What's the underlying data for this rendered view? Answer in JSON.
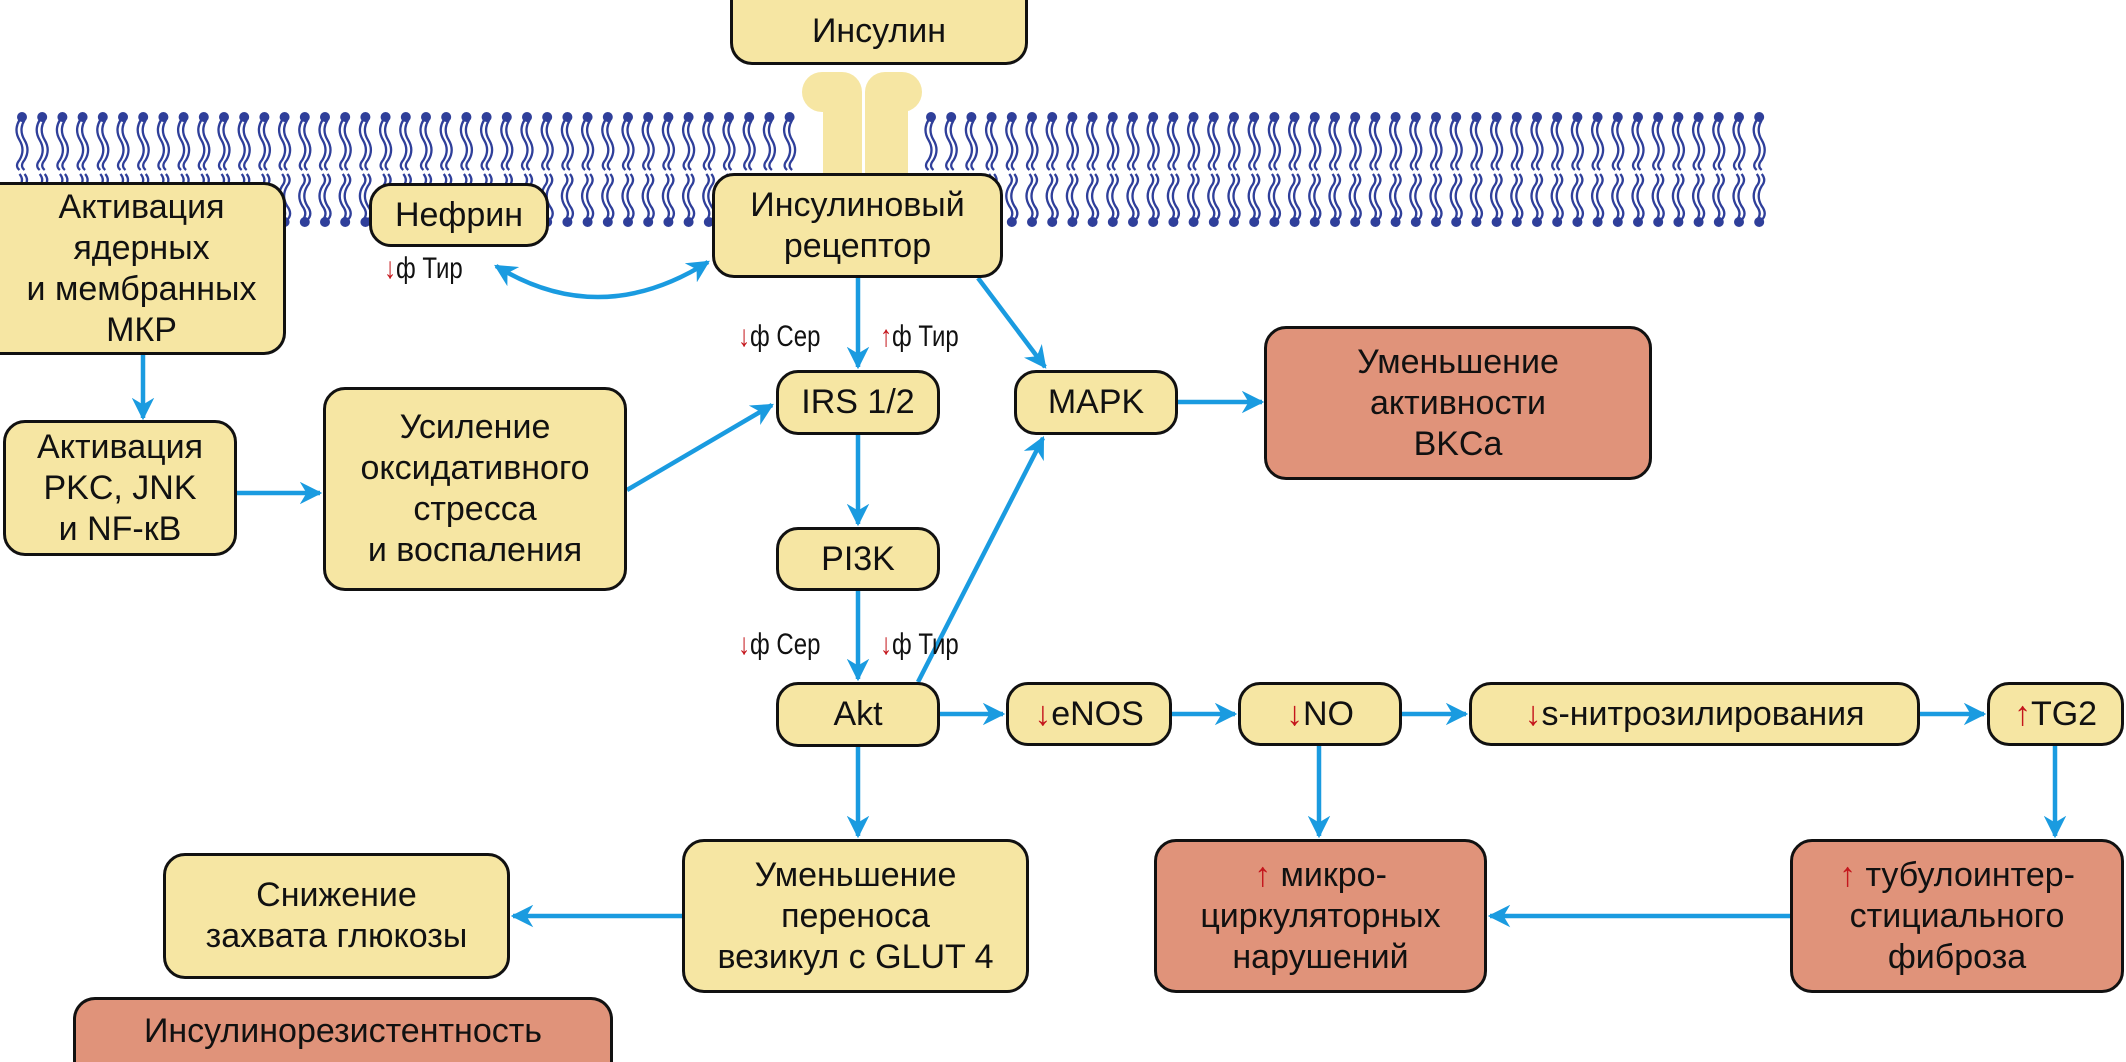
{
  "title": "Insulin signaling pathway and insulin resistance",
  "colors": {
    "box_neutral": "#f6e6a3",
    "box_outcome": "#e0937a",
    "arrow": "#1a9be0",
    "change_marker": "#c4161c",
    "membrane": "#2f3f9a"
  },
  "icons": {
    "decrease": "↓",
    "increase": "↑"
  },
  "nodes": {
    "insulin": {
      "text": "Инсулин"
    },
    "receptor": {
      "text": "Инсулиновый\nрецептор"
    },
    "nephrin": {
      "text": "Нефрин"
    },
    "mkr": {
      "text": "Активация\nядерных\nи мембранных\nМКР"
    },
    "pkc": {
      "text": "Активация\nPKC, JNK\nи NF-кВ"
    },
    "oxidative": {
      "text": "Усиление\nоксидативного\nстресса\nи воспаления"
    },
    "irs": {
      "text": "IRS 1/2"
    },
    "mapk": {
      "text": "MAPK"
    },
    "bkca": {
      "text": "Уменьшение\nактивности\nBKCa"
    },
    "pi3k": {
      "text": "PI3K"
    },
    "akt": {
      "text": "Akt"
    },
    "enos": {
      "marker": "↓",
      "text": "eNOS"
    },
    "no": {
      "marker": "↓",
      "text": "NO"
    },
    "snitro": {
      "marker": "↓",
      "text": "s-нитрозилирования"
    },
    "tg2": {
      "marker": "↑",
      "text": "TG2"
    },
    "glut4": {
      "text": "Уменьшение\nпереноса\nвезикул с GLUT 4"
    },
    "glucose": {
      "text": "Снижение\nзахвата глюкозы"
    },
    "resistance": {
      "text": "Инсулинорезистентность"
    },
    "micro": {
      "marker": "↑",
      "text": " микро-\nциркуляторных\nнарушений"
    },
    "fibrosis": {
      "marker": "↑",
      "text": " тубулоинтер-\nстициального\nфиброза"
    }
  },
  "phospho_labels": {
    "nephrin_tyr": {
      "marker": "↓",
      "text": "ф Тир"
    },
    "irs_ser": {
      "marker": "↓",
      "text": "ф Сер"
    },
    "irs_tyr": {
      "marker": "↑",
      "text": "ф Тир"
    },
    "akt_ser": {
      "marker": "↓",
      "text": "ф Сер"
    },
    "akt_tyr": {
      "marker": "↓",
      "text": "ф Тир"
    }
  }
}
